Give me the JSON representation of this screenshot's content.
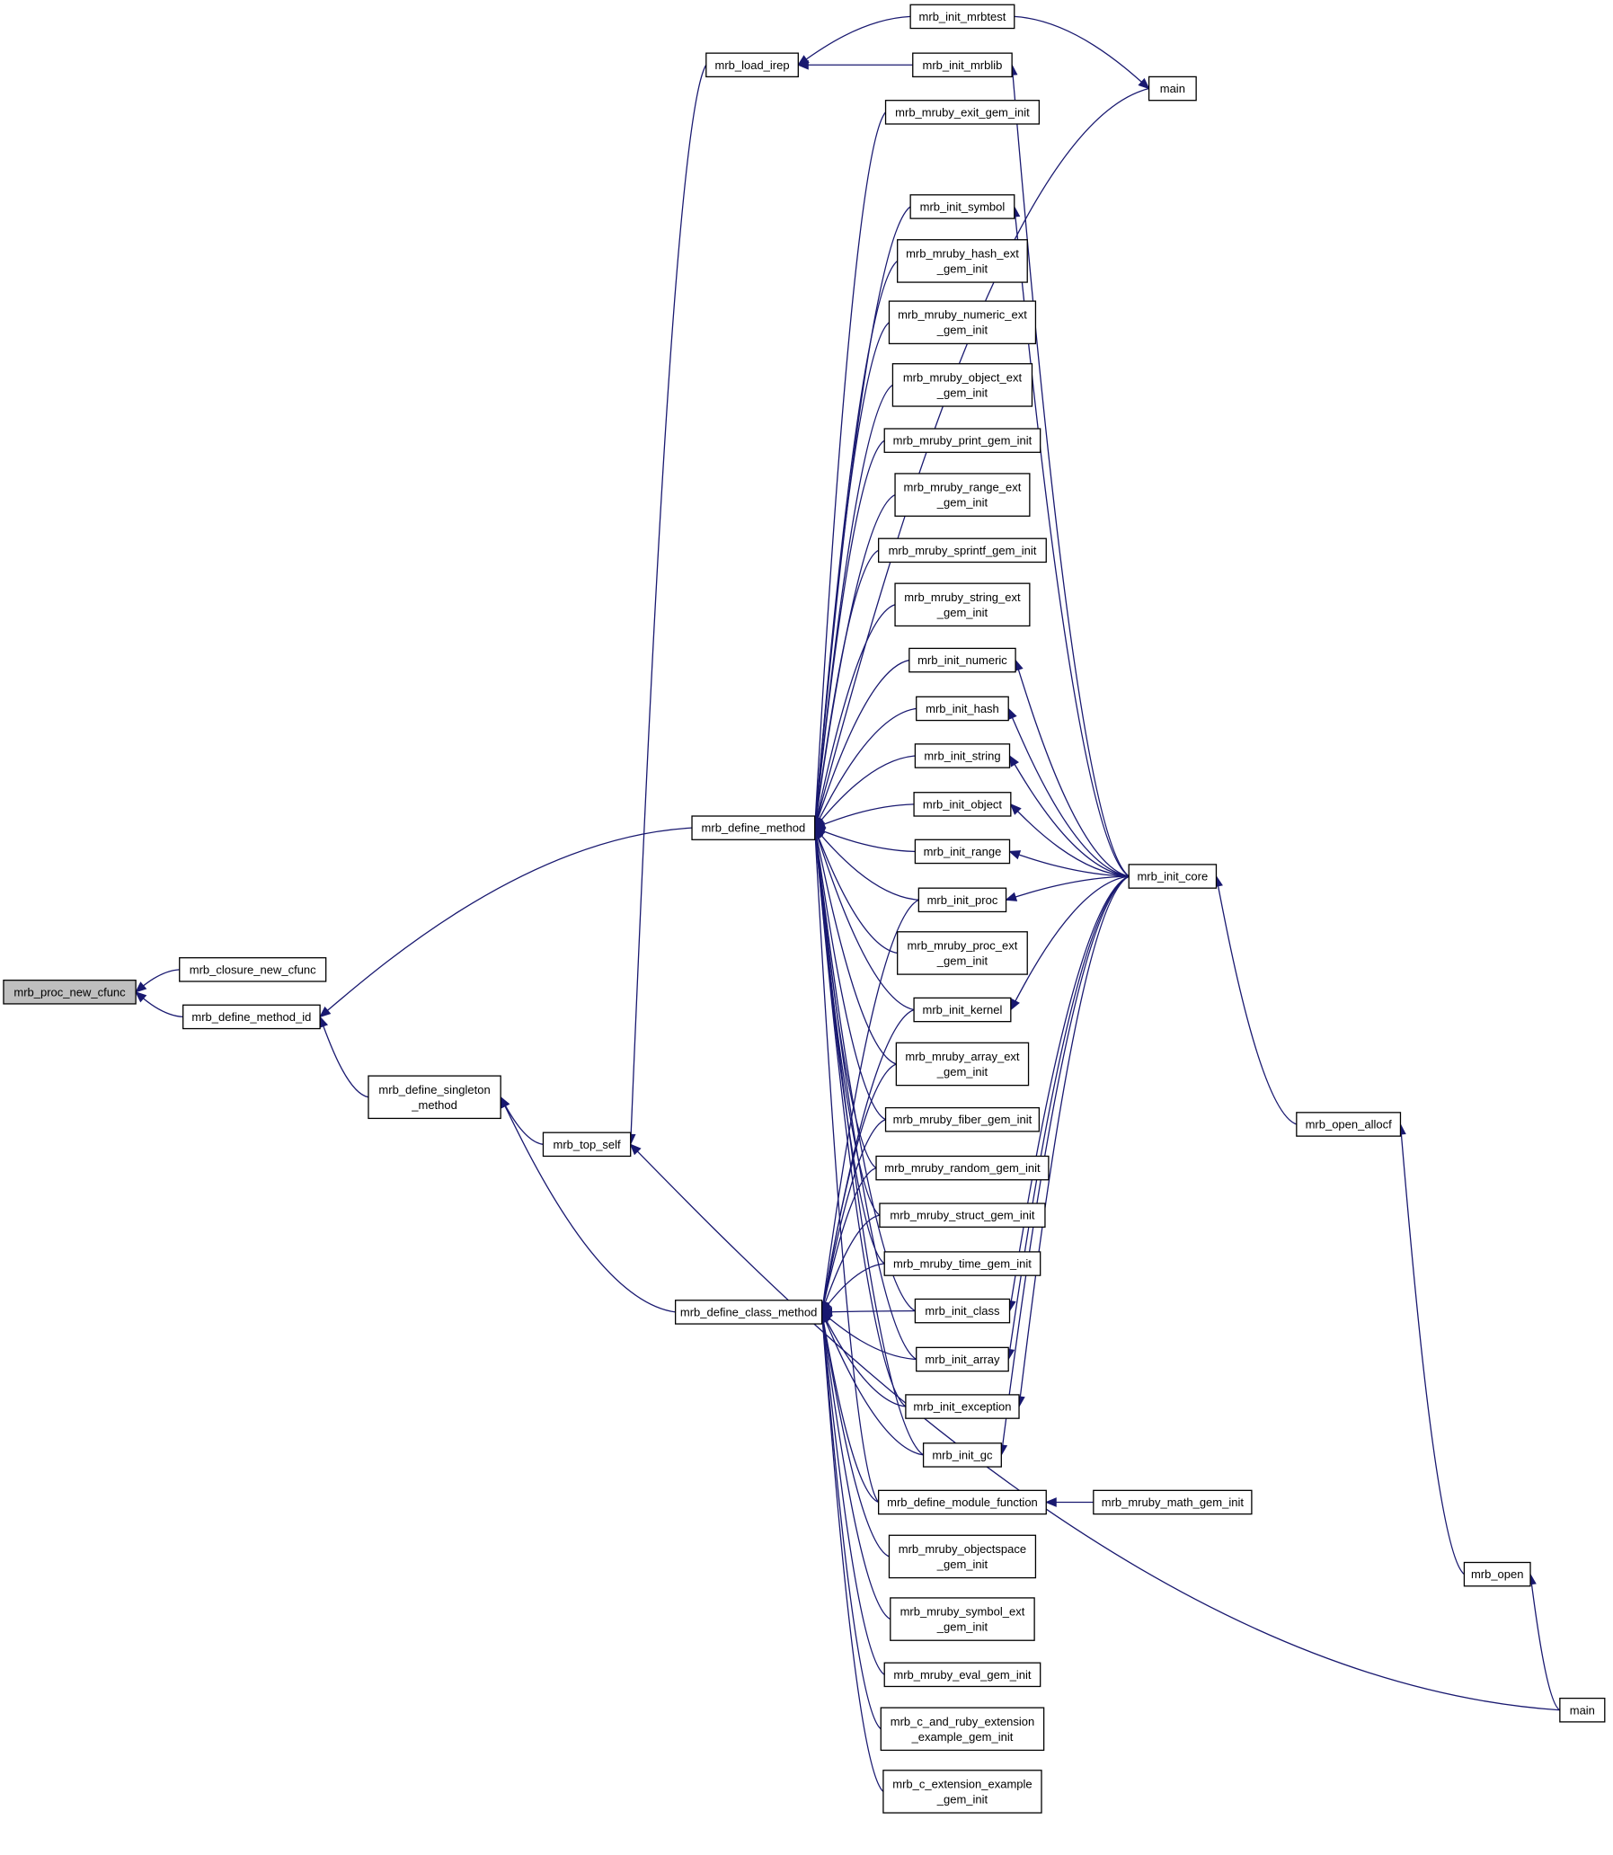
{
  "graph": {
    "title": "",
    "direction": "right-to-left caller graph",
    "colors": {
      "edge": "#191970",
      "node_border": "#000000",
      "focus_node_fill": "#bfbfbf",
      "background": "#ffffff"
    },
    "nodes": [
      {
        "id": "proc_new_cfunc",
        "lines": [
          "mrb_proc_new_cfunc"
        ],
        "focus": true
      },
      {
        "id": "closure_new_cfunc",
        "lines": [
          "mrb_closure_new_cfunc"
        ]
      },
      {
        "id": "define_method_id",
        "lines": [
          "mrb_define_method_id"
        ]
      },
      {
        "id": "define_singleton_method",
        "lines": [
          "mrb_define_singleton",
          "_method"
        ]
      },
      {
        "id": "top_self",
        "lines": [
          "mrb_top_self"
        ]
      },
      {
        "id": "load_irep",
        "lines": [
          "mrb_load_irep"
        ]
      },
      {
        "id": "define_method",
        "lines": [
          "mrb_define_method"
        ]
      },
      {
        "id": "define_class_method",
        "lines": [
          "mrb_define_class_method"
        ]
      },
      {
        "id": "init_mrbtest",
        "lines": [
          "mrb_init_mrbtest"
        ]
      },
      {
        "id": "init_mrblib",
        "lines": [
          "mrb_init_mrblib"
        ]
      },
      {
        "id": "main1",
        "lines": [
          "main"
        ]
      },
      {
        "id": "exit_gem",
        "lines": [
          "mrb_mruby_exit_gem_init"
        ]
      },
      {
        "id": "init_symbol",
        "lines": [
          "mrb_init_symbol"
        ]
      },
      {
        "id": "hash_ext",
        "lines": [
          "mrb_mruby_hash_ext",
          "_gem_init"
        ]
      },
      {
        "id": "numeric_ext",
        "lines": [
          "mrb_mruby_numeric_ext",
          "_gem_init"
        ]
      },
      {
        "id": "object_ext",
        "lines": [
          "mrb_mruby_object_ext",
          "_gem_init"
        ]
      },
      {
        "id": "print_gem",
        "lines": [
          "mrb_mruby_print_gem_init"
        ]
      },
      {
        "id": "range_ext",
        "lines": [
          "mrb_mruby_range_ext",
          "_gem_init"
        ]
      },
      {
        "id": "sprintf_gem",
        "lines": [
          "mrb_mruby_sprintf_gem_init"
        ]
      },
      {
        "id": "string_ext",
        "lines": [
          "mrb_mruby_string_ext",
          "_gem_init"
        ]
      },
      {
        "id": "init_numeric",
        "lines": [
          "mrb_init_numeric"
        ]
      },
      {
        "id": "init_hash",
        "lines": [
          "mrb_init_hash"
        ]
      },
      {
        "id": "init_string",
        "lines": [
          "mrb_init_string"
        ]
      },
      {
        "id": "init_object",
        "lines": [
          "mrb_init_object"
        ]
      },
      {
        "id": "init_range",
        "lines": [
          "mrb_init_range"
        ]
      },
      {
        "id": "init_proc",
        "lines": [
          "mrb_init_proc"
        ]
      },
      {
        "id": "proc_ext",
        "lines": [
          "mrb_mruby_proc_ext",
          "_gem_init"
        ]
      },
      {
        "id": "init_kernel",
        "lines": [
          "mrb_init_kernel"
        ]
      },
      {
        "id": "array_ext",
        "lines": [
          "mrb_mruby_array_ext",
          "_gem_init"
        ]
      },
      {
        "id": "fiber_gem",
        "lines": [
          "mrb_mruby_fiber_gem_init"
        ]
      },
      {
        "id": "random_gem",
        "lines": [
          "mrb_mruby_random_gem_init"
        ]
      },
      {
        "id": "struct_gem",
        "lines": [
          "mrb_mruby_struct_gem_init"
        ]
      },
      {
        "id": "time_gem",
        "lines": [
          "mrb_mruby_time_gem_init"
        ]
      },
      {
        "id": "init_class",
        "lines": [
          "mrb_init_class"
        ]
      },
      {
        "id": "init_array",
        "lines": [
          "mrb_init_array"
        ]
      },
      {
        "id": "init_exception",
        "lines": [
          "mrb_init_exception"
        ]
      },
      {
        "id": "init_gc",
        "lines": [
          "mrb_init_gc"
        ]
      },
      {
        "id": "define_module_function",
        "lines": [
          "mrb_define_module_function"
        ]
      },
      {
        "id": "math_gem",
        "lines": [
          "mrb_mruby_math_gem_init"
        ]
      },
      {
        "id": "objectspace",
        "lines": [
          "mrb_mruby_objectspace",
          "_gem_init"
        ]
      },
      {
        "id": "symbol_ext",
        "lines": [
          "mrb_mruby_symbol_ext",
          "_gem_init"
        ]
      },
      {
        "id": "eval_gem",
        "lines": [
          "mrb_mruby_eval_gem_init"
        ]
      },
      {
        "id": "c_and_ruby",
        "lines": [
          "mrb_c_and_ruby_extension",
          "_example_gem_init"
        ]
      },
      {
        "id": "c_ext_example",
        "lines": [
          "mrb_c_extension_example",
          "_gem_init"
        ]
      },
      {
        "id": "init_core",
        "lines": [
          "mrb_init_core"
        ]
      },
      {
        "id": "open_allocf",
        "lines": [
          "mrb_open_allocf"
        ]
      },
      {
        "id": "open",
        "lines": [
          "mrb_open"
        ]
      },
      {
        "id": "main2",
        "lines": [
          "main"
        ]
      }
    ],
    "edges": [
      [
        "closure_new_cfunc",
        "proc_new_cfunc"
      ],
      [
        "define_method_id",
        "proc_new_cfunc"
      ],
      [
        "define_method",
        "define_method_id"
      ],
      [
        "define_singleton_method",
        "define_method_id"
      ],
      [
        "top_self",
        "define_singleton_method"
      ],
      [
        "define_class_method",
        "define_singleton_method"
      ],
      [
        "load_irep",
        "top_self"
      ],
      [
        "main2",
        "top_self"
      ],
      [
        "init_mrbtest",
        "load_irep"
      ],
      [
        "init_mrblib",
        "load_irep"
      ],
      [
        "init_mrbtest",
        "main1"
      ],
      [
        "init_core",
        "init_mrblib"
      ],
      [
        "main1",
        "define_method"
      ],
      [
        "exit_gem",
        "define_method"
      ],
      [
        "init_symbol",
        "define_method"
      ],
      [
        "hash_ext",
        "define_method"
      ],
      [
        "numeric_ext",
        "define_method"
      ],
      [
        "object_ext",
        "define_method"
      ],
      [
        "print_gem",
        "define_method"
      ],
      [
        "range_ext",
        "define_method"
      ],
      [
        "sprintf_gem",
        "define_method"
      ],
      [
        "string_ext",
        "define_method"
      ],
      [
        "init_numeric",
        "define_method"
      ],
      [
        "init_hash",
        "define_method"
      ],
      [
        "init_string",
        "define_method"
      ],
      [
        "init_object",
        "define_method"
      ],
      [
        "init_range",
        "define_method"
      ],
      [
        "init_proc",
        "define_method"
      ],
      [
        "proc_ext",
        "define_method"
      ],
      [
        "init_kernel",
        "define_method"
      ],
      [
        "array_ext",
        "define_method"
      ],
      [
        "fiber_gem",
        "define_method"
      ],
      [
        "random_gem",
        "define_method"
      ],
      [
        "struct_gem",
        "define_method"
      ],
      [
        "time_gem",
        "define_method"
      ],
      [
        "init_class",
        "define_method"
      ],
      [
        "init_array",
        "define_method"
      ],
      [
        "init_exception",
        "define_method"
      ],
      [
        "init_gc",
        "define_method"
      ],
      [
        "define_module_function",
        "define_method"
      ],
      [
        "init_proc",
        "define_class_method"
      ],
      [
        "init_kernel",
        "define_class_method"
      ],
      [
        "array_ext",
        "define_class_method"
      ],
      [
        "fiber_gem",
        "define_class_method"
      ],
      [
        "random_gem",
        "define_class_method"
      ],
      [
        "struct_gem",
        "define_class_method"
      ],
      [
        "time_gem",
        "define_class_method"
      ],
      [
        "init_class",
        "define_class_method"
      ],
      [
        "init_array",
        "define_class_method"
      ],
      [
        "init_exception",
        "define_class_method"
      ],
      [
        "init_gc",
        "define_class_method"
      ],
      [
        "define_module_function",
        "define_class_method"
      ],
      [
        "objectspace",
        "define_class_method"
      ],
      [
        "symbol_ext",
        "define_class_method"
      ],
      [
        "eval_gem",
        "define_class_method"
      ],
      [
        "c_and_ruby",
        "define_class_method"
      ],
      [
        "c_ext_example",
        "define_class_method"
      ],
      [
        "init_core",
        "init_symbol"
      ],
      [
        "init_core",
        "init_numeric"
      ],
      [
        "init_core",
        "init_hash"
      ],
      [
        "init_core",
        "init_string"
      ],
      [
        "init_core",
        "init_object"
      ],
      [
        "init_core",
        "init_range"
      ],
      [
        "init_core",
        "init_proc"
      ],
      [
        "init_core",
        "init_kernel"
      ],
      [
        "init_core",
        "init_class"
      ],
      [
        "init_core",
        "init_array"
      ],
      [
        "init_core",
        "init_exception"
      ],
      [
        "init_core",
        "init_gc"
      ],
      [
        "math_gem",
        "define_module_function"
      ],
      [
        "open_allocf",
        "init_core"
      ],
      [
        "open",
        "open_allocf"
      ],
      [
        "main2",
        "open"
      ]
    ]
  }
}
